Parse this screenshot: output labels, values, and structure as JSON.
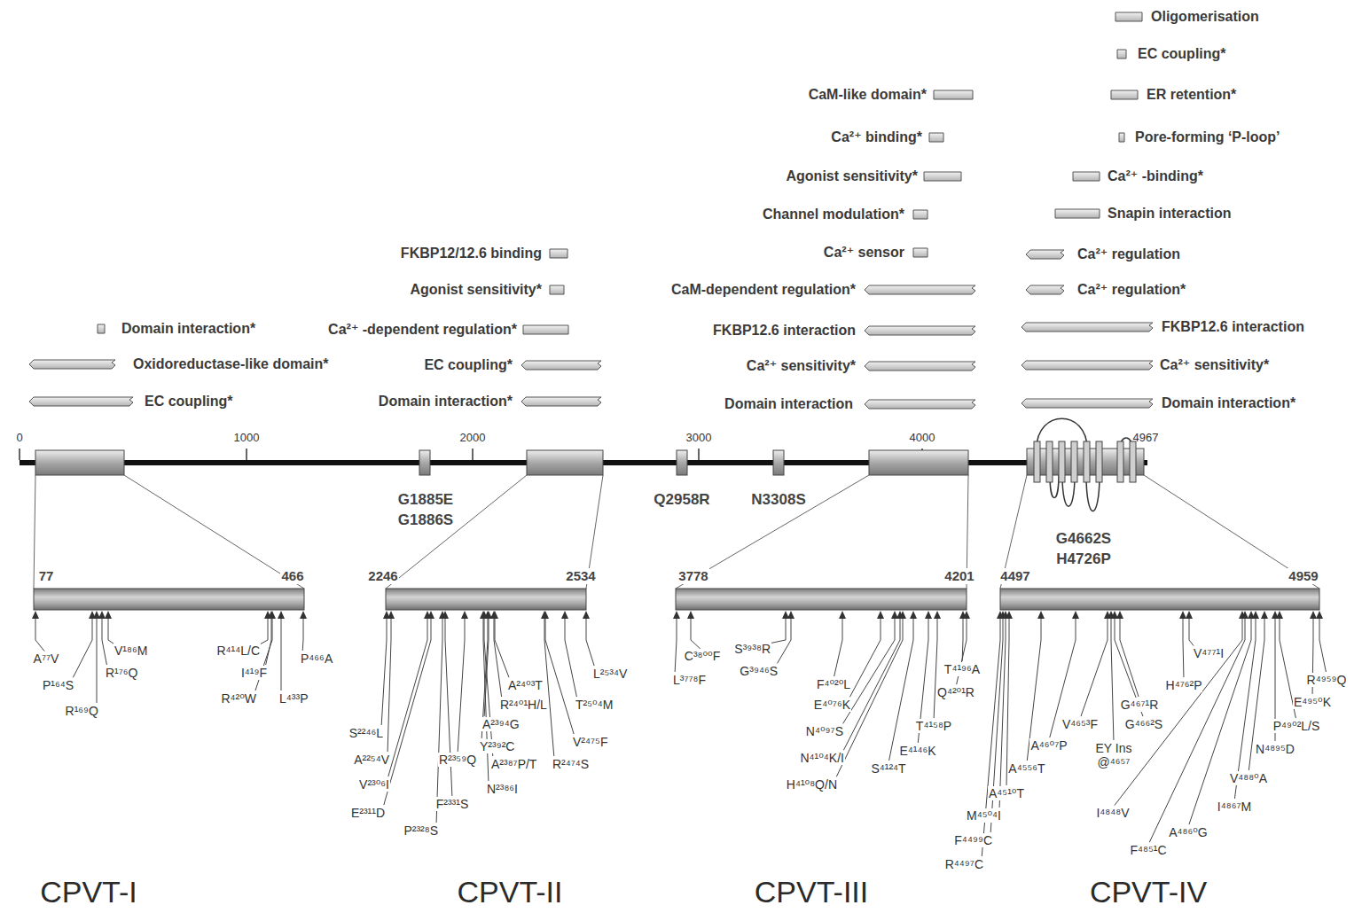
{
  "diagram": {
    "labels": [
      "Oligomerisation",
      "EC coupling*",
      "ER retention*",
      "CaM-like domain*",
      "Ca²⁺ binding*",
      "Pore-forming ‘P-loop’",
      "Agonist sensitivity*",
      "Ca²⁺ -binding*",
      "Channel modulation*",
      "Snapin interaction",
      "FKBP12/12.6 binding",
      "Ca²⁺ sensor",
      "Ca²⁺ regulation",
      "Agonist sensitivity*",
      "CaM-dependent regulation*",
      "Ca²⁺ regulation*",
      "Domain interaction*",
      "Ca²⁺ -dependent regulation*",
      "FKBP12.6 interaction",
      "FKBP12.6 interaction",
      "Oxidoreductase-like domain*",
      "EC coupling*",
      "Ca²⁺ sensitivity*",
      "Ca²⁺ sensitivity*",
      "EC coupling*",
      "Domain interaction*",
      "Domain interaction",
      "Domain interaction*",
      "0",
      "1000",
      "2000",
      "3000",
      "4000",
      "4967",
      "G1885E",
      "G1886S",
      "Q2958R",
      "N3308S",
      "G4662S",
      "H4726P",
      "77",
      "466",
      "2246",
      "2534",
      "3778",
      "4201",
      "4497",
      "4959",
      "A⁷⁷V",
      "P¹⁶⁴S",
      "R¹⁶⁹Q",
      "R¹⁷⁶Q",
      "V¹⁸⁶M",
      "R⁴¹⁴L/C",
      "I⁴¹⁹F",
      "R⁴²⁰W",
      "L⁴³³P",
      "P⁴⁶⁶A",
      "S²²⁴⁶L",
      "A²²⁵⁴V",
      "V²³⁰⁶I",
      "E²³¹¹D",
      "P²³²⁸S",
      "F²³³¹S",
      "R²³⁵⁹Q",
      "N²³⁸⁶I",
      "A²³⁸⁷P/T",
      "Y²³⁹²C",
      "A²³⁹⁴G",
      "R²⁴⁰¹H/L",
      "A²⁴⁰³T",
      "R²⁴⁷⁴S",
      "V²⁴⁷⁵F",
      "T²⁵⁰⁴M",
      "L²⁵³⁴V",
      "C³⁸⁰⁰F",
      "L³⁷⁷⁸F",
      "S³⁹³⁸R",
      "G³⁹⁴⁶S",
      "F⁴⁰²⁰L",
      "E⁴⁰⁷⁶K",
      "N⁴⁰⁹⁷S",
      "N⁴¹⁰⁴K/I",
      "H⁴¹⁰⁸Q/N",
      "S⁴¹²⁴T",
      "E⁴¹⁴⁶K",
      "T⁴¹⁵⁸P",
      "T⁴¹⁹⁶A",
      "Q⁴²⁰¹R",
      "R⁴⁴⁹⁷C",
      "F⁴⁴⁹⁹C",
      "M⁴⁵⁰⁴I",
      "A⁴⁵¹⁰T",
      "A⁴⁵⁵⁶T",
      "A⁴⁶⁰⁷P",
      "V⁴⁶⁵³F",
      "EY Ins @⁴⁶⁵⁷",
      "G⁴⁶⁶²S",
      "G⁴⁶⁷¹R",
      "H⁴⁷⁶²P",
      "V⁴⁷⁷¹I",
      "I⁴⁸⁴⁸V",
      "F⁴⁸⁵¹C",
      "A⁴⁸⁶⁰G",
      "I⁴⁸⁶⁷M",
      "V⁴⁸⁸⁰A",
      "N⁴⁸⁹⁵D",
      "P⁴⁹⁰²L/S",
      "E⁴⁹⁵⁰K",
      "R⁴⁹⁵⁹Q",
      "CPVT-I",
      "CPVT-II",
      "CPVT-III",
      "CPVT-IV"
    ]
  }
}
